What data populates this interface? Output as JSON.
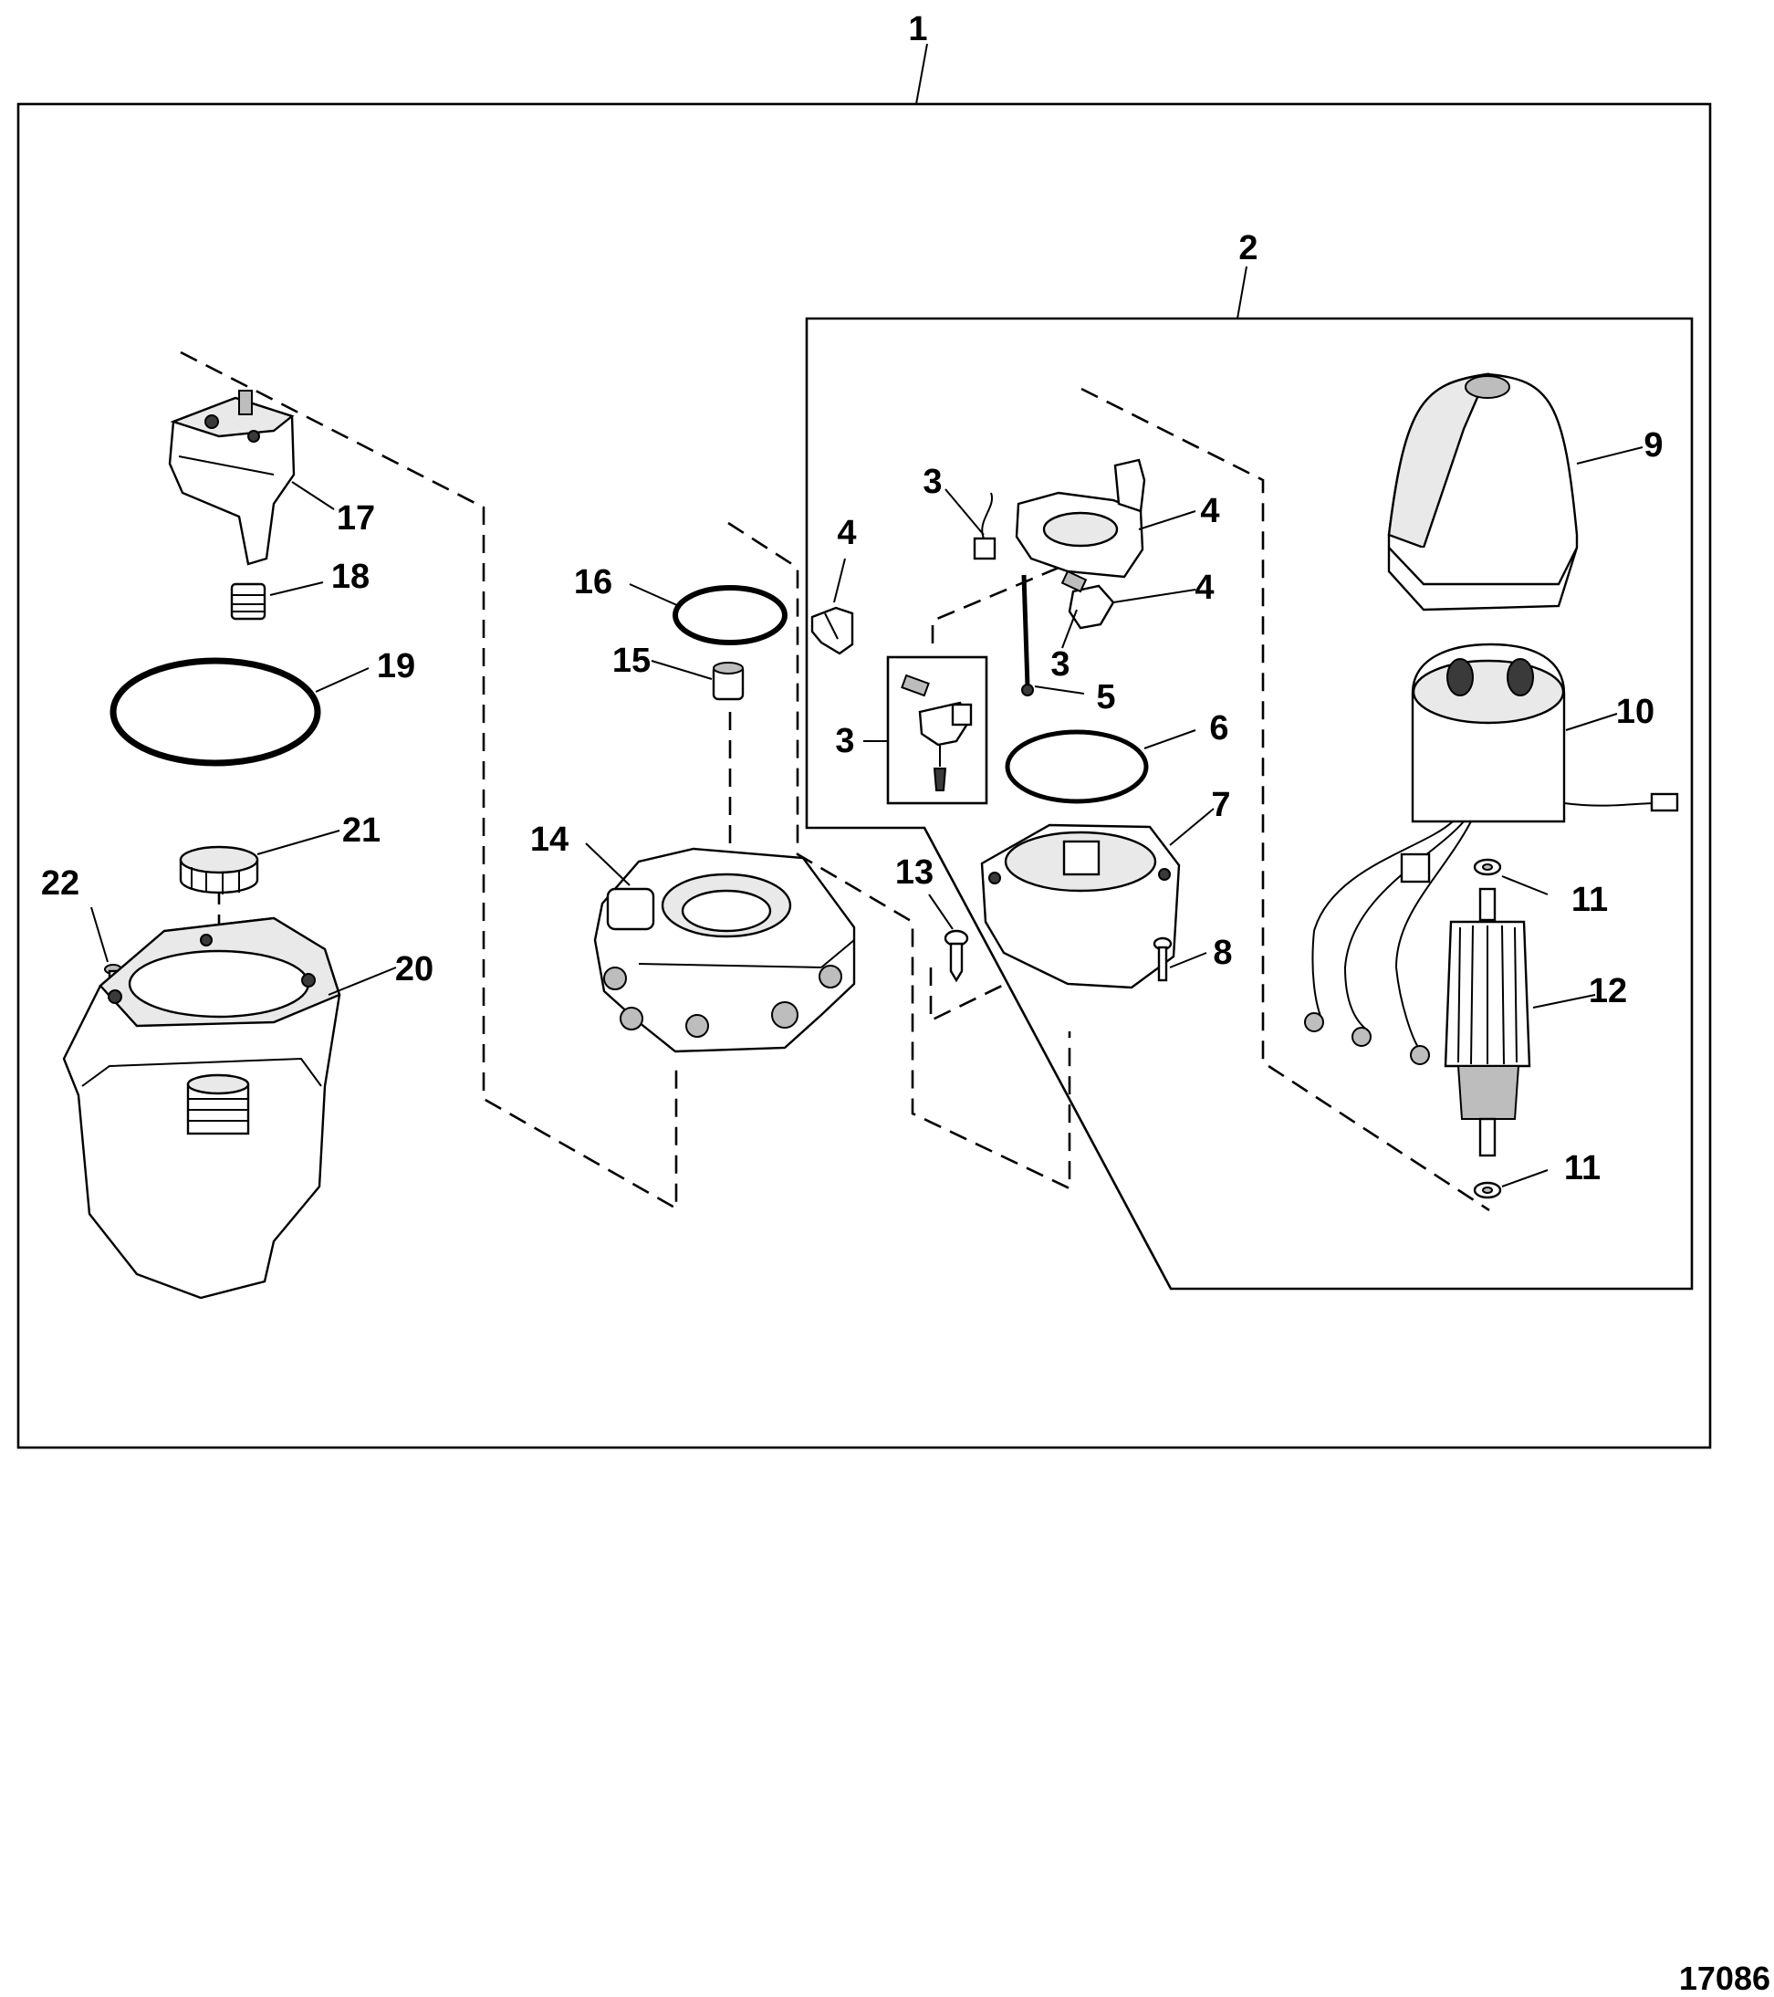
{
  "figure_number": "17086",
  "callouts": [
    {
      "id": "c1",
      "label": "1"
    },
    {
      "id": "c2",
      "label": "2"
    },
    {
      "id": "c3a",
      "label": "3"
    },
    {
      "id": "c3b",
      "label": "3"
    },
    {
      "id": "c3c",
      "label": "3"
    },
    {
      "id": "c4a",
      "label": "4"
    },
    {
      "id": "c4b",
      "label": "4"
    },
    {
      "id": "c4c",
      "label": "4"
    },
    {
      "id": "c5",
      "label": "5"
    },
    {
      "id": "c6",
      "label": "6"
    },
    {
      "id": "c7",
      "label": "7"
    },
    {
      "id": "c8",
      "label": "8"
    },
    {
      "id": "c9",
      "label": "9"
    },
    {
      "id": "c10",
      "label": "10"
    },
    {
      "id": "c11a",
      "label": "11"
    },
    {
      "id": "c11b",
      "label": "11"
    },
    {
      "id": "c12",
      "label": "12"
    },
    {
      "id": "c13",
      "label": "13"
    },
    {
      "id": "c14",
      "label": "14"
    },
    {
      "id": "c15",
      "label": "15"
    },
    {
      "id": "c16",
      "label": "16"
    },
    {
      "id": "c17",
      "label": "17"
    },
    {
      "id": "c18",
      "label": "18"
    },
    {
      "id": "c19",
      "label": "19"
    },
    {
      "id": "c20",
      "label": "20"
    },
    {
      "id": "c21",
      "label": "21"
    },
    {
      "id": "c22",
      "label": "22"
    }
  ]
}
